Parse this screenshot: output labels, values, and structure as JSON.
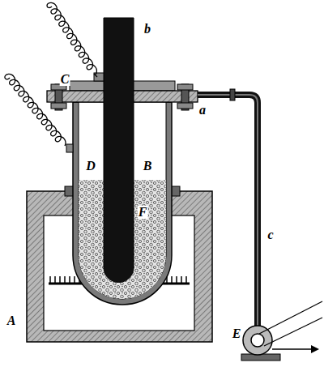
{
  "diagram": {
    "labels": [
      "A",
      "B",
      "C",
      "D",
      "F",
      "a",
      "b",
      "c",
      "E"
    ]
  }
}
